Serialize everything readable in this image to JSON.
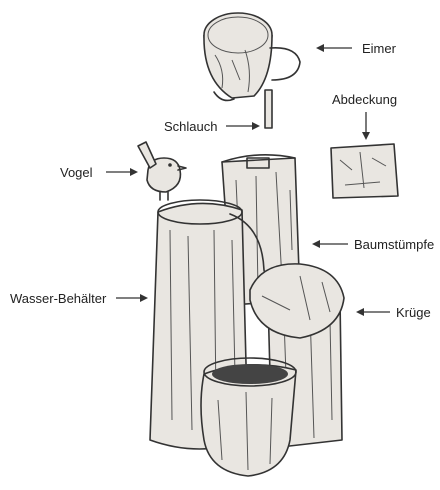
{
  "labels": {
    "eimer": "Eimer",
    "abdeckung": "Abdeckung",
    "schlauch": "Schlauch",
    "vogel": "Vogel",
    "baumstuempfe": "Baumstümpfe",
    "wasser_behaelter": "Wasser-Behälter",
    "kruege": "Krüge"
  }
}
